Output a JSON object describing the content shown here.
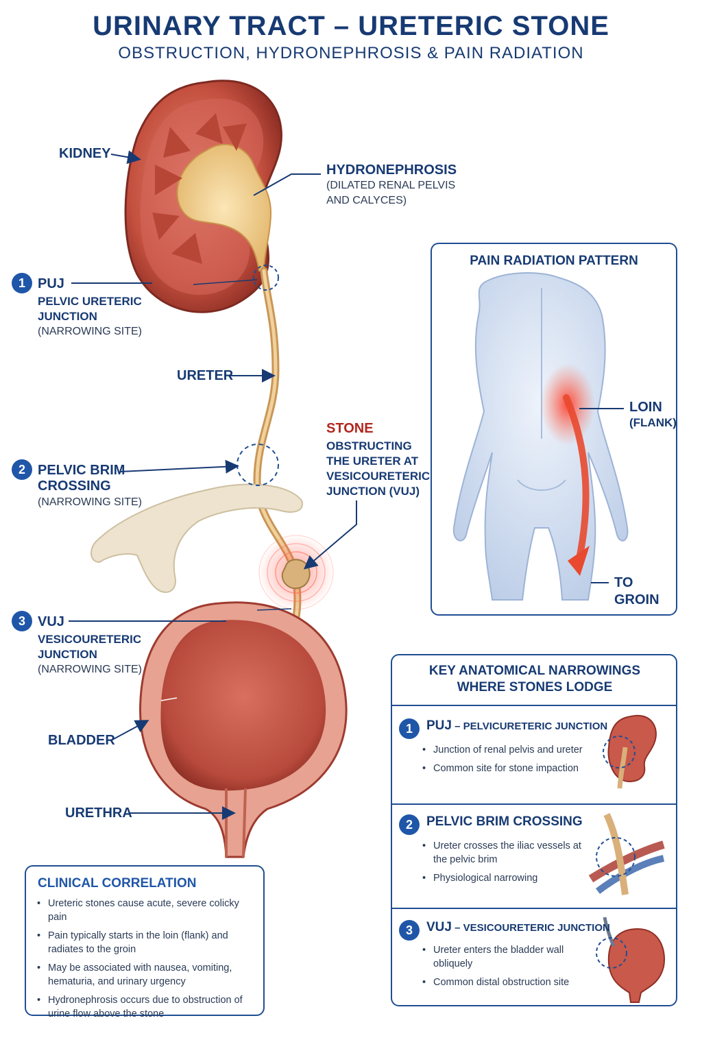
{
  "header": {
    "title": "URINARY TRACT – URETERIC STONE",
    "subtitle": "OBSTRUCTION, HYDRONEPHROSIS & PAIN RADIATION"
  },
  "labels": {
    "kidney": "KIDNEY",
    "hydronephrosis_title": "HYDRONEPHROSIS",
    "hydronephrosis_line1": "(DILATED RENAL PELVIS",
    "hydronephrosis_line2": "AND CALYCES)",
    "puj": {
      "num": "1",
      "abbr": "PUJ",
      "line1": "PELVIC URETERIC",
      "line2": "JUNCTION",
      "note": "(NARROWING SITE)"
    },
    "ureter": "URETER",
    "pelvic_brim": {
      "num": "2",
      "line1": "PELVIC BRIM",
      "line2": "CROSSING",
      "note": "(NARROWING SITE)"
    },
    "stone": {
      "title": "STONE",
      "line1": "OBSTRUCTING",
      "line2": "THE URETER AT",
      "line3": "VESICOURETERIC",
      "line4": "JUNCTION (VUJ)"
    },
    "vuj": {
      "num": "3",
      "abbr": "VUJ",
      "line1": "VESICOURETERIC",
      "line2": "JUNCTION",
      "note": "(NARROWING SITE)"
    },
    "bladder": "BLADDER",
    "urethra": "URETHRA"
  },
  "pain_panel": {
    "title": "PAIN RADIATION PATTERN",
    "loin": "LOIN",
    "flank": "(FLANK)",
    "to": "TO",
    "groin": "GROIN"
  },
  "clinical": {
    "title": "CLINICAL CORRELATION",
    "items": [
      "Ureteric stones cause acute, severe colicky pain",
      "Pain typically starts in the loin (flank) and radiates to the groin",
      "May be associated with nausea, vomiting, hematuria, and urinary urgency",
      "Hydronephrosis occurs due to obstruction of urine flow above the stone"
    ]
  },
  "narrowings": {
    "title_line1": "KEY ANATOMICAL NARROWINGS",
    "title_line2": "WHERE STONES LODGE",
    "sections": [
      {
        "num": "1",
        "abbr": "PUJ",
        "sep": " – ",
        "full": "PELVICURETERIC JUNCTION",
        "items": [
          "Junction of renal pelvis and ureter",
          "Common site for stone impaction"
        ]
      },
      {
        "num": "2",
        "abbr": "PELVIC BRIM CROSSING",
        "sep": "",
        "full": "",
        "items": [
          "Ureter crosses the iliac vessels at the pelvic brim",
          "Physiological narrowing"
        ]
      },
      {
        "num": "3",
        "abbr": "VUJ",
        "sep": " – ",
        "full": "VESICOURETERIC JUNCTION",
        "items": [
          "Ureter enters the bladder wall obliquely",
          "Common distal obstruction site"
        ]
      }
    ]
  },
  "colors": {
    "navy": "#173a73",
    "accent_blue": "#1f56a8",
    "stone_red": "#b3261e",
    "tissue": "#c8594b",
    "ureter": "#d9b07a"
  }
}
